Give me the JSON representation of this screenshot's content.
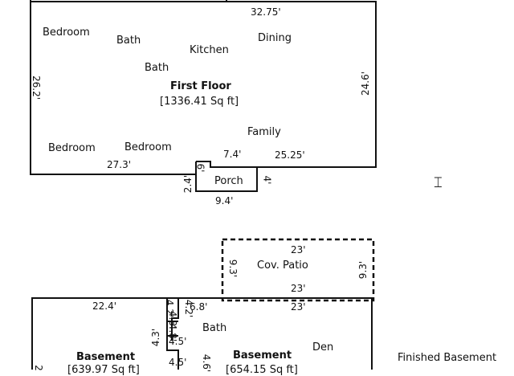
{
  "first_floor": {
    "title": "First Floor",
    "area": "[1336.41 Sq ft]",
    "rooms": {
      "bedroom_top": "Bedroom",
      "bath_top": "Bath",
      "kitchen": "Kitchen",
      "dining": "Dining",
      "bath_mid": "Bath",
      "family": "Family",
      "bedroom_bottom_left": "Bedroom",
      "bedroom_bottom_mid": "Bedroom",
      "porch": "Porch"
    },
    "dims": {
      "top": "32.75'",
      "left": "26.2'",
      "right": "24.6'",
      "bottom_left": "27.3'",
      "bottom_mid": "7.4'",
      "bottom_right": "25.25'",
      "porch_small_a": "6'",
      "porch_small_b": "4'",
      "porch_left": "2.4'",
      "porch_bottom": "9.4'"
    }
  },
  "patio": {
    "label": "Cov. Patio",
    "dims": {
      "top": "23'",
      "bottom": "23'",
      "left": "9.3'",
      "right": "9.3'"
    }
  },
  "basement": {
    "title_left": "Basement",
    "area_left": "[639.97 Sq ft]",
    "title_right": "Basement",
    "area_right": "[654.15 Sq ft]",
    "rooms": {
      "bath": "Bath",
      "den": "Den"
    },
    "legend": "Finished Basement",
    "dims": {
      "top_left": "22.4'",
      "top_mid": "6.8'",
      "top_right": "23'",
      "small_a": "4.2'",
      "small_b": "4.2'",
      "small_c": "4.8'",
      "small_d": "4.8'",
      "small_e": "4.3'",
      "small_f": "4.5'",
      "small_g": "4.5'",
      "small_h": "4.6'",
      "left_edge": "2"
    }
  },
  "icons": {
    "cursor": "text-cursor-icon"
  }
}
